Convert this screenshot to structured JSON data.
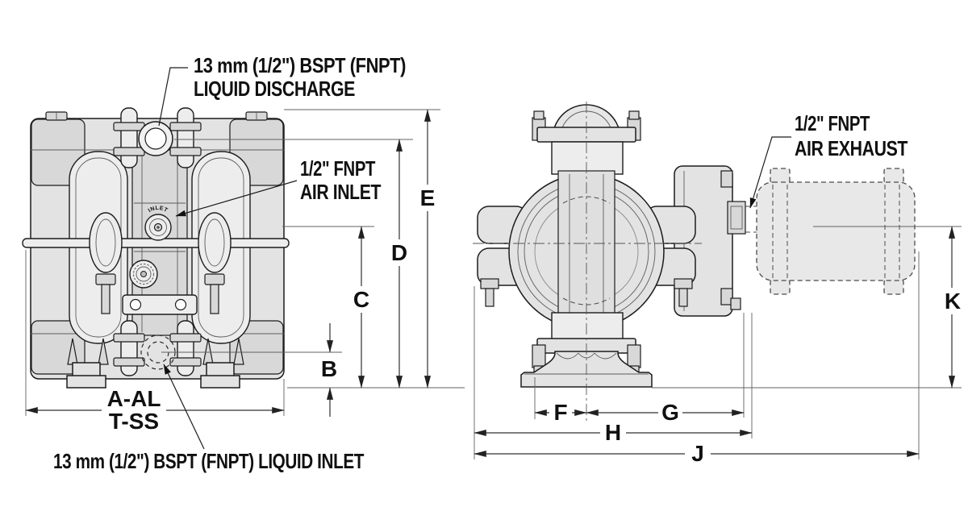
{
  "colors": {
    "background": "#ffffff",
    "body_fill": "#e3e3e3",
    "outline": "#1c1c1c",
    "dimension_line": "#303030",
    "text": "#101010"
  },
  "callouts": {
    "liquid_discharge": {
      "line1": "13 mm (1/2\") BSPT (FNPT)",
      "line2": "LIQUID DISCHARGE"
    },
    "air_inlet": {
      "line1": "1/2\" FNPT",
      "line2": "AIR INLET"
    },
    "air_exhaust": {
      "line1": "1/2\" FNPT",
      "line2": "AIR EXHAUST"
    },
    "liquid_inlet": {
      "line1": "13 mm (1/2\") BSPT (FNPT) LIQUID INLET"
    }
  },
  "dims": {
    "a1": "A-AL",
    "a2": "T-SS",
    "b": "B",
    "c": "C",
    "d": "D",
    "e": "E",
    "f": "F",
    "g": "G",
    "h": "H",
    "j": "J",
    "k": "K"
  },
  "port_label": "INLET"
}
